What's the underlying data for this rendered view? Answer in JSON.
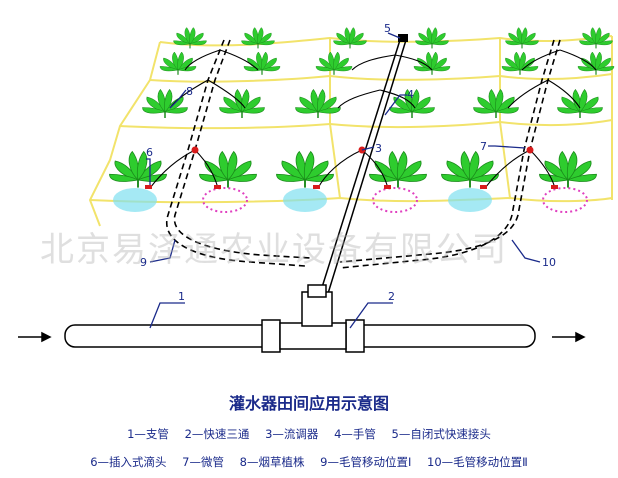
{
  "watermark": "北京易泽通农业设备有限公司",
  "title": "灌水器田间应用示意图",
  "callout_numbers": [
    "1",
    "2",
    "3",
    "4",
    "5",
    "6",
    "7",
    "8",
    "9",
    "10"
  ],
  "legend": {
    "row1": [
      "1—支管",
      "2—快速三通",
      "3—流调器",
      "4—手管",
      "5—自闭式快速接头"
    ],
    "row2": [
      "6—插入式滴头",
      "7—微管",
      "8—烟草植株",
      "9—毛管移动位置Ⅰ",
      "10—毛管移动位置Ⅱ"
    ]
  },
  "colors": {
    "line": "#000000",
    "callout": "#1a2a8a",
    "plant": "#2ecc2e",
    "field_border": "#f2e36b",
    "drip_red": "#d81b1b",
    "wet_zone": "#7fe0f0",
    "root_dots": "#e040c0"
  }
}
